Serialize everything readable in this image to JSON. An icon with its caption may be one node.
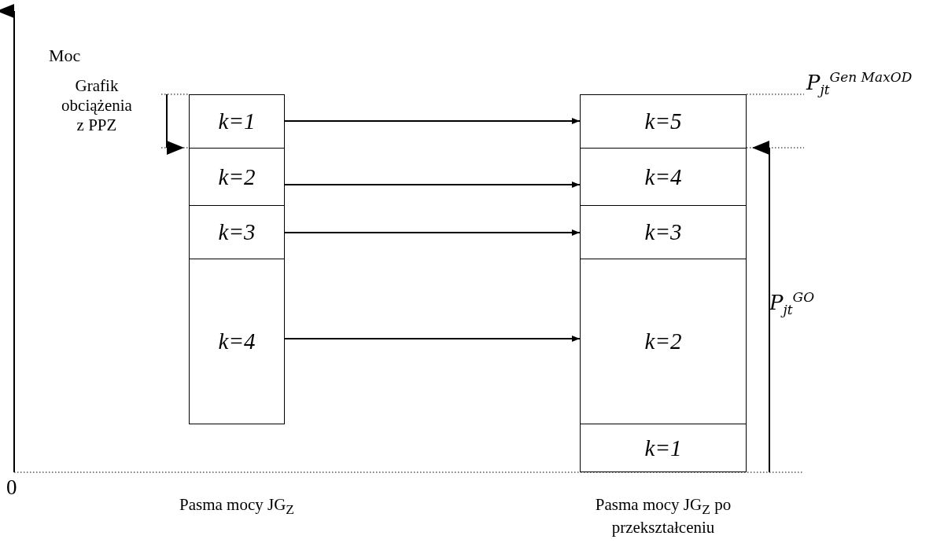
{
  "diagram": {
    "nodes": [
      {
        "text": [
          "k=1"
        ]
      },
      {
        "text": [
          "k=2"
        ]
      },
      {
        "text": [
          "k=3"
        ]
      },
      {
        "text": [
          "k=4"
        ]
      },
      {
        "text": [
          "k=5"
        ]
      },
      {
        "text": [
          "k=4"
        ]
      },
      {
        "text": [
          "k=3"
        ]
      },
      {
        "text": [
          "k=2"
        ]
      },
      {
        "text": [
          "k=1"
        ]
      }
    ],
    "edges": [
      {
        "from": 0,
        "to": 4,
        "arrow": "to"
      },
      {
        "from": 1,
        "to": 5,
        "arrow": "to"
      },
      {
        "from": 2,
        "to": 6,
        "arrow": "to"
      },
      {
        "from": 3,
        "to": 7,
        "arrow": "to"
      }
    ],
    "labels": [
      "Moc",
      "Grafik obciążenia z PPZ",
      "P$_{jt}$$^{Gen MaxOD}$",
      "P$_{jt}$$^{GO}$",
      "0",
      "Pasma mocy JG$_{Z}$",
      "Pasma mocy JG$_{Z}$ po przekształceniu"
    ]
  }
}
